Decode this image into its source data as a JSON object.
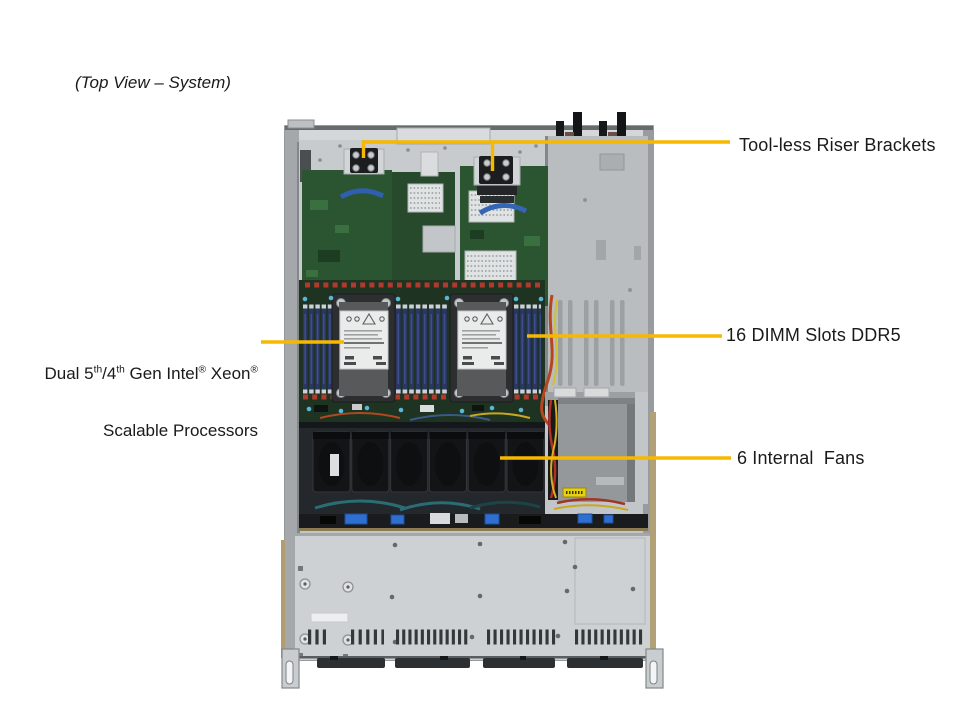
{
  "figure": {
    "title": "(Top View – System)"
  },
  "colors": {
    "callout_yellow": "#F5B800",
    "label_text": "#1a1a1a",
    "background": "#ffffff"
  },
  "callouts": [
    {
      "id": "riser-brackets",
      "label": "Tool-less Riser Brackets"
    },
    {
      "id": "processors",
      "line1_parts": [
        {
          "t": "Dual 5"
        },
        {
          "t": "th",
          "sup": true
        },
        {
          "t": "/4"
        },
        {
          "t": "th",
          "sup": true
        },
        {
          "t": " Gen Intel"
        },
        {
          "t": "®",
          "sup": true
        },
        {
          "t": " Xeon"
        },
        {
          "t": "®",
          "sup": true
        }
      ],
      "line2": "Scalable Processors"
    },
    {
      "id": "dimm-slots",
      "label": "16 DIMM Slots DDR5"
    },
    {
      "id": "internal-fans",
      "label": "6 Internal  Fans"
    }
  ]
}
